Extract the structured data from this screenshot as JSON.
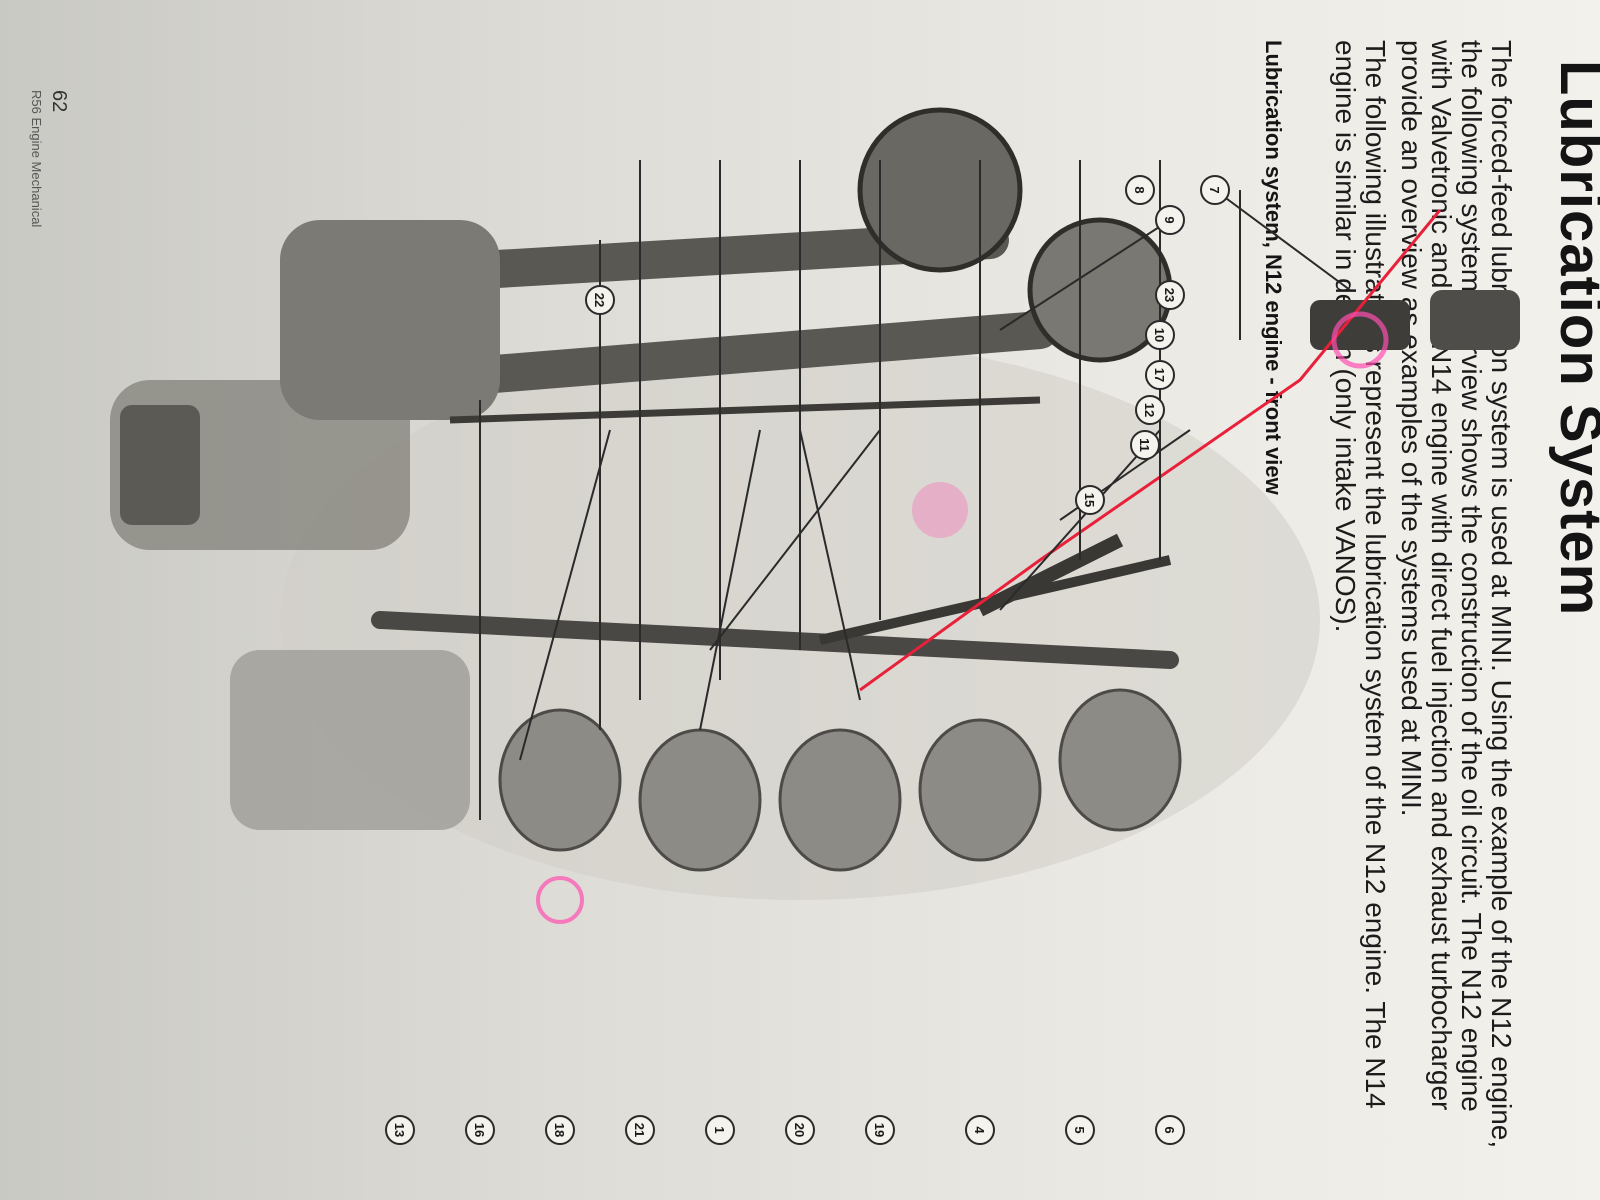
{
  "heading": "Lubrication System",
  "intro_paragraph": "The forced-feed lubrication system is used at MINI. Using the example of the N12 engine, the following system overview shows the construction of the oil circuit. The N12 engine with Valvetronic and the N14 engine with direct fuel injection and exhaust turbocharger provide an overview as examples of the systems used at MINI.",
  "second_paragraph": "The following illustrations represent the lubrication system of the N12 engine. The N14 engine is similar in design (only intake VANOS).",
  "figure_title": "Lubrication system, N12 engine - front view",
  "callouts": [
    "7",
    "8",
    "9",
    "23",
    "10",
    "17",
    "12",
    "11",
    "15",
    "6",
    "5",
    "22",
    "4",
    "19",
    "20",
    "1",
    "21",
    "18",
    "16",
    "13"
  ],
  "footer": {
    "page_number": "62",
    "section": "R56 Engine Mechanical"
  },
  "colors": {
    "paper": "#ebe9e3",
    "text": "#1c1c1c",
    "red_marker": "#e8203a",
    "pink_highlighter": "#ff4fb0"
  }
}
